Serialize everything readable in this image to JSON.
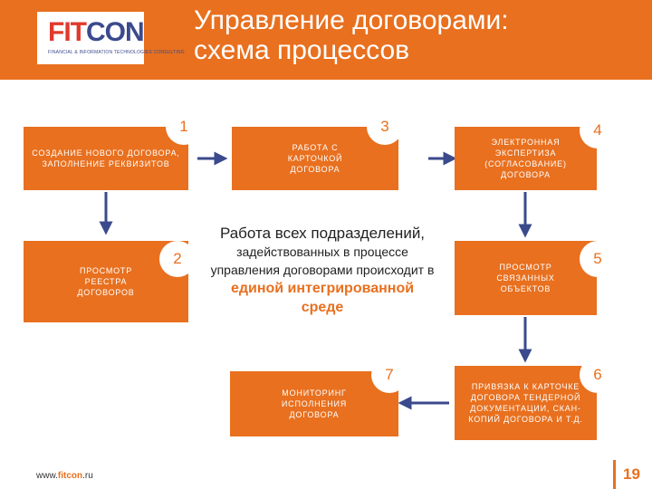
{
  "header": {
    "logo_text_a": "FIT",
    "logo_text_b": "CON",
    "logo_tagline": "FINANCIAL & INFORMATION TECHNOLOGIES CONSULTING",
    "title_line1": "Управление договорами:",
    "title_line2": "схема процессов"
  },
  "steps": [
    {
      "number": "1",
      "label": "СОЗДАНИЕ НОВОГО ДОГОВОРА, ЗАПОЛНЕНИЕ РЕКВИЗИТОВ"
    },
    {
      "number": "2",
      "label": "ПРОСМОТР РЕЕСТРА ДОГОВОРОВ"
    },
    {
      "number": "3",
      "label": "РАБОТА С КАРТОЧКОЙ ДОГОВОРА"
    },
    {
      "number": "4",
      "label": "ЭЛЕКТРОННАЯ ЭКСПЕРТИЗА (СОГЛАСОВАНИЕ) ДОГОВОРА"
    },
    {
      "number": "5",
      "label": "ПРОСМОТР СВЯЗАННЫХ ОБЪЕКТОВ"
    },
    {
      "number": "6",
      "label": "ПРИВЯЗКА К КАРТОЧКЕ ДОГОВОРА ТЕНДЕРНОЙ ДОКУМЕНТАЦИИ, СКАН-КОПИЙ ДОГОВОРА И Т.Д."
    },
    {
      "number": "7",
      "label": "МОНИТОРИНГ ИСПОЛНЕНИЯ ДОГОВОРА"
    }
  ],
  "center": {
    "title": "Работа всех подразделений,",
    "body_part1": "задействованных в процессе управления договорами происходит в",
    "highlight": "единой интегрированной среде"
  },
  "footer": {
    "url_a": "www.",
    "url_b": "fitcon",
    "url_c": ".ru",
    "page_number": "19"
  },
  "colors": {
    "accent": "#e8701f",
    "arrow": "#3a4a8c",
    "logo_blue": "#3a4a8c",
    "logo_red": "#e03a2c"
  }
}
